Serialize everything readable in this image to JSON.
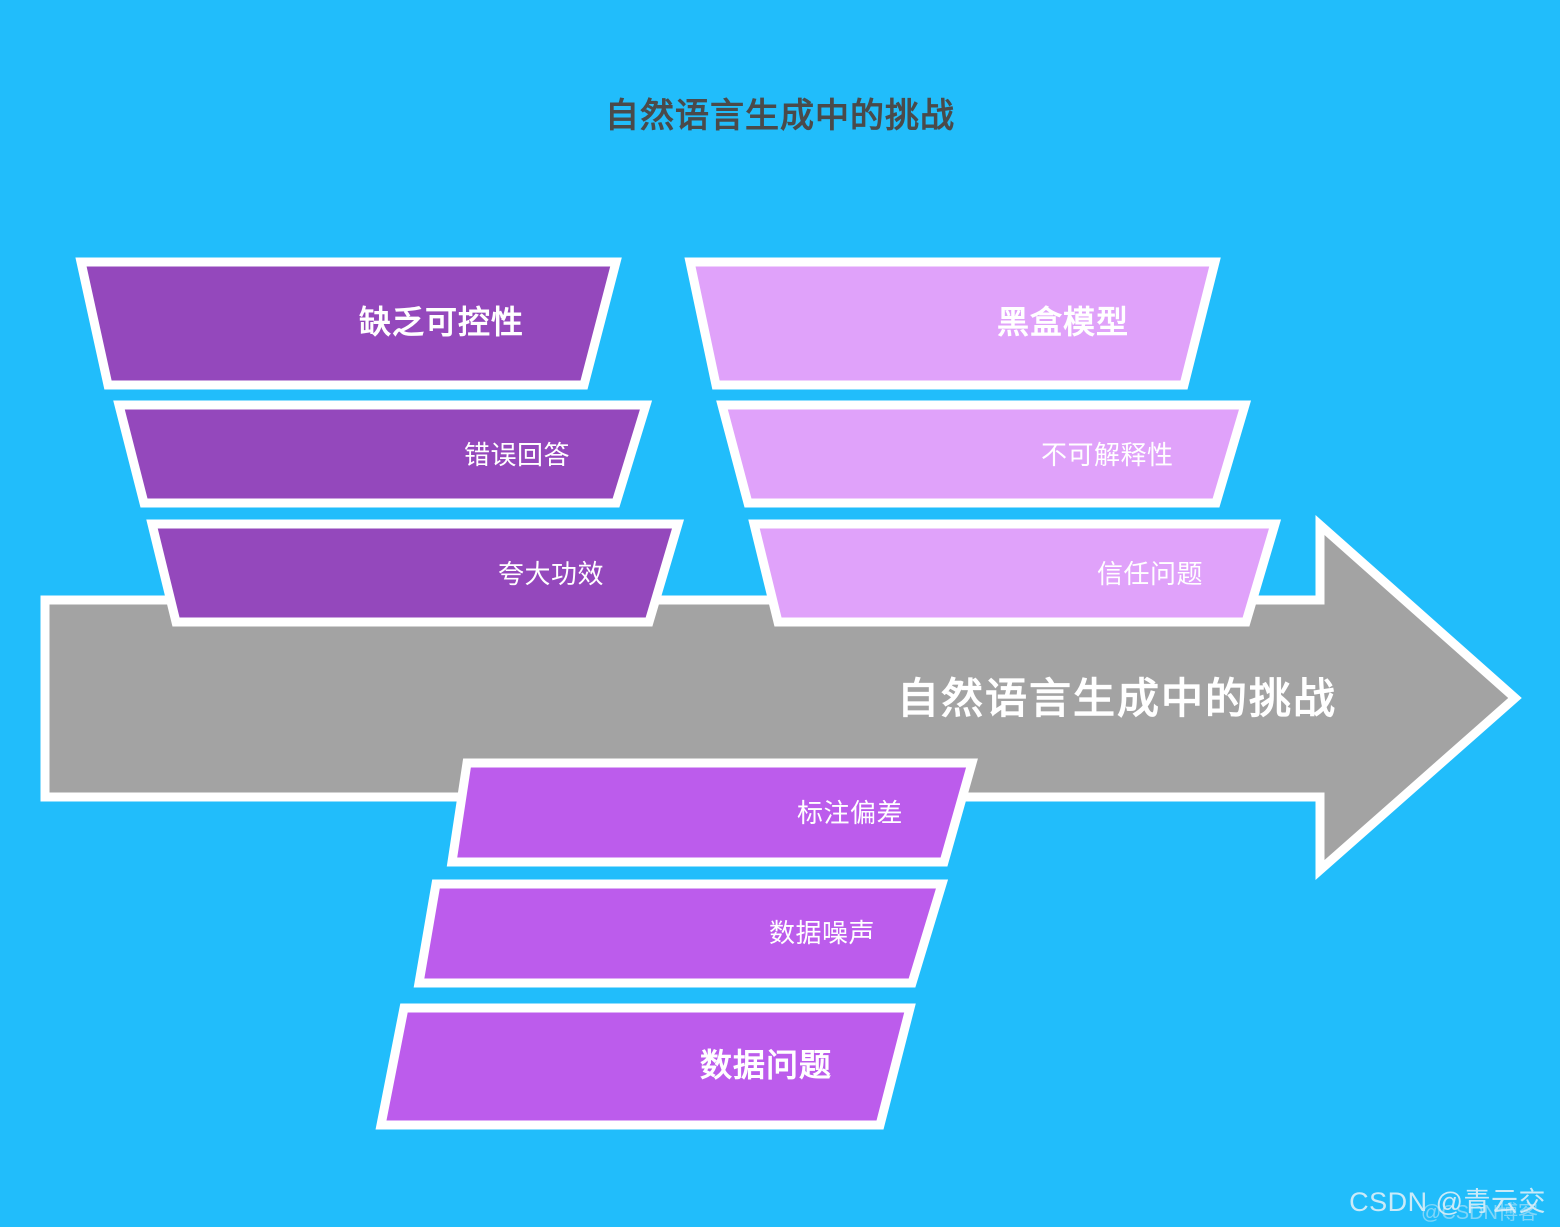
{
  "page": {
    "title": "自然语言生成中的挑战",
    "background_color": "#21bdfb"
  },
  "arrow": {
    "label": "自然语言生成中的挑战",
    "fill_color": "#a3a3a3",
    "border_color": "#ffffff"
  },
  "colors": {
    "dark_purple": "#9448bc",
    "light_purple": "#e0a2fa",
    "medium_purple": "#bc5cec",
    "cyan_background": "#21bdfb",
    "arrow_gray": "#a3a3a3",
    "title_gray": "#4a4a4a",
    "text_white": "#ffffff"
  },
  "groups": [
    {
      "group_name": "lack-of-controllability",
      "fill_color": "#9448bc",
      "items": [
        {
          "label": "缺乏可控性",
          "emphasis": "bold"
        },
        {
          "label": "错误回答",
          "emphasis": "normal"
        },
        {
          "label": "夸大功效",
          "emphasis": "normal"
        }
      ]
    },
    {
      "group_name": "black-box-model",
      "fill_color": "#e0a2fa",
      "items": [
        {
          "label": "黑盒模型",
          "emphasis": "bold"
        },
        {
          "label": "不可解释性",
          "emphasis": "normal"
        },
        {
          "label": "信任问题",
          "emphasis": "normal"
        }
      ]
    },
    {
      "group_name": "data-problems",
      "fill_color": "#bc5cec",
      "items": [
        {
          "label": "标注偏差",
          "emphasis": "normal"
        },
        {
          "label": "数据噪声",
          "emphasis": "normal"
        },
        {
          "label": "数据问题",
          "emphasis": "bold"
        }
      ]
    }
  ],
  "watermark": {
    "text": "CSDN @青云交",
    "sub_text": "@CSDN博客"
  }
}
